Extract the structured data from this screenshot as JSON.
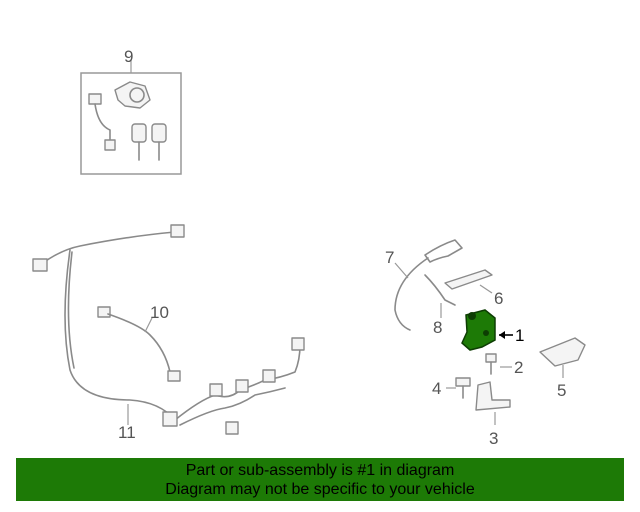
{
  "callouts": {
    "c1": "1",
    "c2": "2",
    "c3": "3",
    "c4": "4",
    "c5": "5",
    "c6": "6",
    "c7": "7",
    "c8": "8",
    "c9": "9",
    "c10": "10",
    "c11": "11"
  },
  "banner": {
    "line1": "Part or sub-assembly is #1 in diagram",
    "line2": "Diagram may not be specific to your vehicle"
  },
  "colors": {
    "highlight_part": "#1d7a06",
    "banner_bg": "#1d7a06",
    "line_art": "#8a8a8a"
  }
}
